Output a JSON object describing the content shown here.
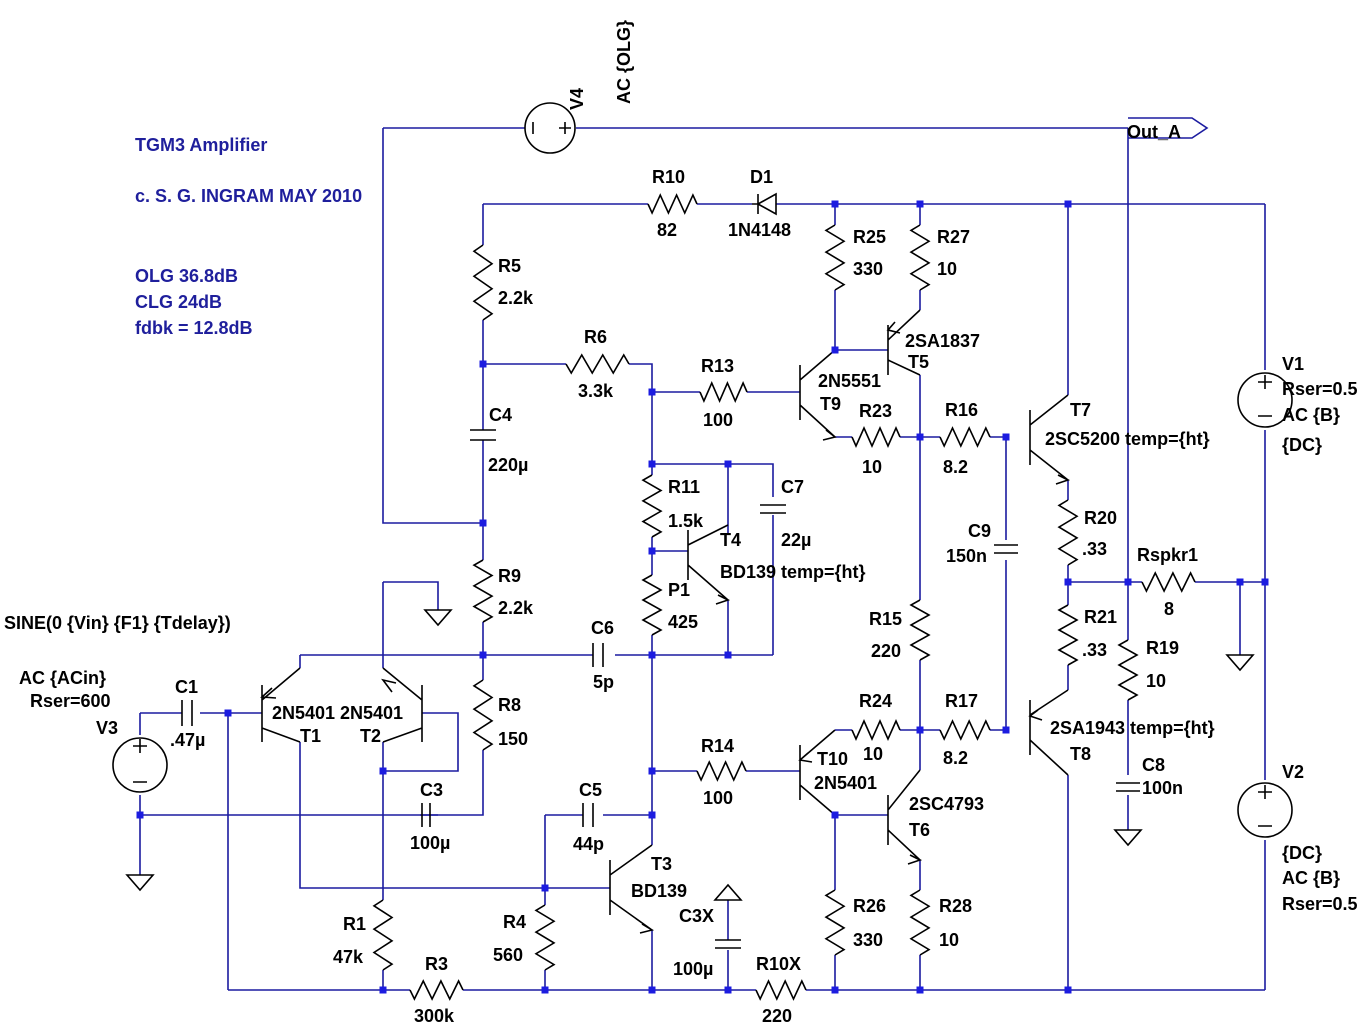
{
  "notes": {
    "title": "TGM3 Amplifier",
    "copyright": "c. S. G. INGRAM MAY 2010",
    "olg": "OLG 36.8dB",
    "clg": "CLG 24dB",
    "fdbk": "fdbk = 12.8dB"
  },
  "labels": {
    "v4_name": "V4",
    "v4_value": "AC {OLG}",
    "out": "Out_A",
    "r10": "R10",
    "r10_val": "82",
    "d1": "D1",
    "d1_val": "1N4148",
    "r25": "R25",
    "r25_val": "330",
    "r27": "R27",
    "r27_val": "10",
    "r5": "R5",
    "r5_val": "2.2k",
    "r6": "R6",
    "r6_val": "3.3k",
    "r13": "R13",
    "r13_val": "100",
    "t9_type": "2N5551",
    "t9": "T9",
    "t5_type": "2SA1837",
    "t5": "T5",
    "r23": "R23",
    "r23_val": "10",
    "r16": "R16",
    "r16_val": "8.2",
    "t7": "T7",
    "t7_type": "2SC5200 temp={ht}",
    "v1": "V1",
    "v1_rser": "Rser=0.5",
    "v1_ac": "AC {B}",
    "v1_dc": "{DC}",
    "c4": "C4",
    "c4_val": "220µ",
    "r11": "R11",
    "r11_val": "1.5k",
    "c7": "C7",
    "c7_val": "22µ",
    "t4": "T4",
    "t4_type": "BD139 temp={ht}",
    "c9": "C9",
    "c9_val": "150n",
    "r20": "R20",
    "r20_val": ".33",
    "rspkr": "Rspkr1",
    "rspkr_val": "8",
    "r9": "R9",
    "r9_val": "2.2k",
    "p1": "P1",
    "p1_val": "425",
    "sine": "SINE(0 {Vin} {F1} {Tdelay})",
    "c6": "C6",
    "c6_val": "5p",
    "r15": "R15",
    "r15_val": "220",
    "r21": "R21",
    "r21_val": ".33",
    "r19": "R19",
    "r19_val": "10",
    "v3_ac": "AC {ACin}",
    "v3_rser": "Rser=600",
    "v3": "V3",
    "c1": "C1",
    "c1_val": ".47µ",
    "t1_type": "2N5401",
    "t1": "T1",
    "t2_type": "2N5401",
    "t2": "T2",
    "r8": "R8",
    "r8_val": "150",
    "r24": "R24",
    "r24_val": "10",
    "r17": "R17",
    "r17_val": "8.2",
    "t8_type": "2SA1943 temp={ht}",
    "t8": "T8",
    "r14": "R14",
    "r14_val": "100",
    "t10": "T10",
    "t10_type": "2N5401",
    "t6_type": "2SC4793",
    "t6": "T6",
    "c8": "C8",
    "c8_val": "100n",
    "v2": "V2",
    "v2_dc": "{DC}",
    "v2_ac": "AC {B}",
    "v2_rser": "Rser=0.5",
    "c3": "C3",
    "c3_val": "100µ",
    "c5": "C5",
    "c5_val": "44p",
    "t3": "T3",
    "t3_type": "BD139",
    "c3x": "C3X",
    "c3x_val": "100µ",
    "r26": "R26",
    "r26_val": "330",
    "r28": "R28",
    "r28_val": "10",
    "r1": "R1",
    "r1_val": "47k",
    "r4": "R4",
    "r4_val": "560",
    "r3": "R3",
    "r3_val": "300k",
    "r10x": "R10X",
    "r10x_val": "220"
  },
  "colors": {
    "wire": "#1c1ca0",
    "junction": "#1c1ce0",
    "component": "#000000",
    "note_text": "#1f1f9c"
  }
}
